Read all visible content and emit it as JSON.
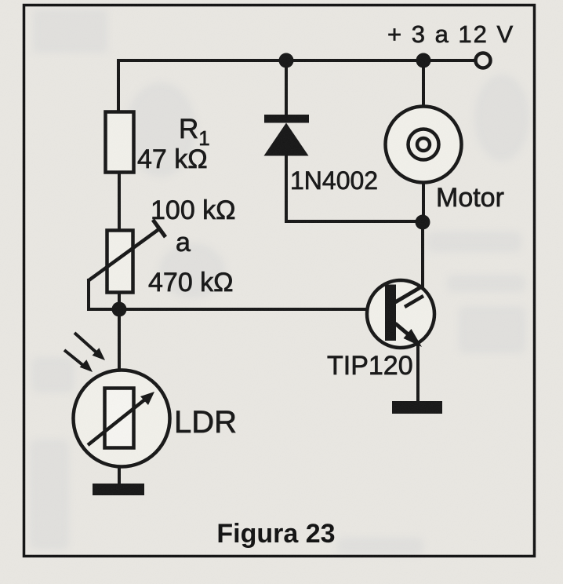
{
  "figure": {
    "caption": "Figura 23"
  },
  "power_supply": {
    "label": "+ 3 a 12 V"
  },
  "components": {
    "r1": {
      "name": "R",
      "subscript": "1",
      "value": "47 kΩ"
    },
    "potentiometer": {
      "range_from": "100 kΩ",
      "range_word": "a",
      "range_to": "470 kΩ"
    },
    "diode": {
      "part_number": "1N4002"
    },
    "motor": {
      "label": "Motor"
    },
    "transistor": {
      "part_number": "TIP120"
    },
    "ldr": {
      "label": "LDR"
    }
  },
  "colors": {
    "ink": "#161616",
    "paper": "#e9e7e2",
    "component_fill": "#f1f0ea"
  }
}
